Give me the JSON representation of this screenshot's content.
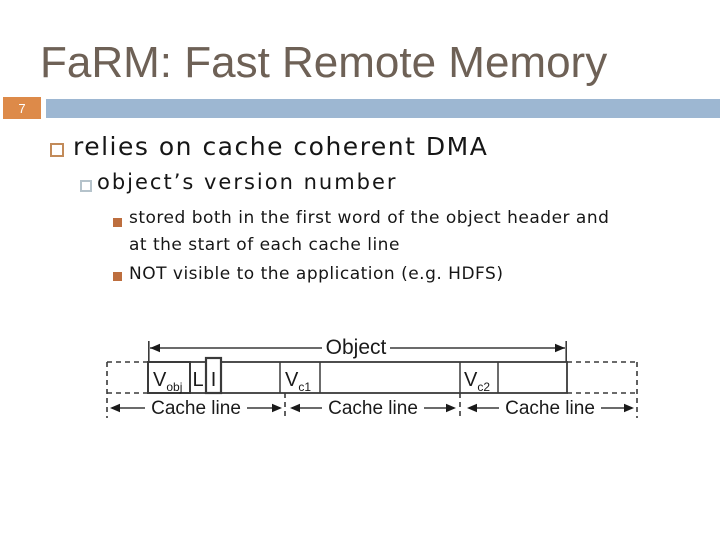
{
  "slide": {
    "title": "FaRM: Fast Remote Memory",
    "slide_number": "7"
  },
  "bullets": {
    "level1": "relies on cache coherent DMA",
    "level2": "object’s version number",
    "level3": [
      {
        "lines": [
          "stored both in the first word of the object header and",
          "at the start of each cache line"
        ]
      },
      {
        "lines": [
          "NOT visible to the application (e.g. HDFS)"
        ]
      }
    ]
  },
  "diagram": {
    "object_label": "Object",
    "cells": [
      {
        "main": "V",
        "sub": "obj"
      },
      {
        "main": "L",
        "sub": ""
      },
      {
        "main": "I",
        "sub": ""
      },
      {
        "main": "V",
        "sub": "c1"
      },
      {
        "main": "V",
        "sub": "c2"
      }
    ],
    "cache_lines": [
      "Cache line",
      "Cache line",
      "Cache line"
    ]
  },
  "colors": {
    "accent_orange": "#dd8a49",
    "bar_blue": "#9db7d2",
    "title_text": "#6e6156",
    "bullet1_border": "#c28a59",
    "bullet2_border": "#b5c3cb",
    "bullet3_fill": "#bd6e3e",
    "body_text": "#161616",
    "diagram_line": "#3a3a3a"
  }
}
